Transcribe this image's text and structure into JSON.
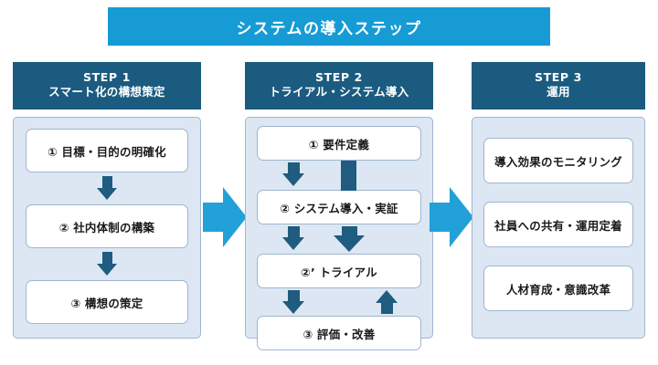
{
  "title": {
    "text": "システムの導入ステップ",
    "bg_color": "#169BD5"
  },
  "colors": {
    "header_bg": "#1B5B80",
    "panel_bg": "#DCE7F3",
    "panel_border": "#9FB6CE",
    "inner_arrow": "#1F5C7F",
    "connector_arrow": "#22A0D8",
    "box_bg": "#FFFFFF",
    "text": "#1A1A1A"
  },
  "steps": [
    {
      "number": "STEP 1",
      "name": "スマート化の構想策定",
      "items": [
        "① 目標・目的の明確化",
        "② 社内体制の構築",
        "③ 構想の策定"
      ]
    },
    {
      "number": "STEP 2",
      "name": "トライアル・システム導入",
      "items": [
        "① 要件定義",
        "② システム導入・実証",
        "②’ トライアル",
        "③ 評価・改善"
      ]
    },
    {
      "number": "STEP 3",
      "name": "運用",
      "items": [
        "導入効果のモニタリング",
        "社員への共有・運用定着",
        "人材育成・意識改革"
      ]
    }
  ],
  "connectors": [
    {
      "name": "step1-to-step2",
      "direction": "right"
    },
    {
      "name": "step2-to-step3",
      "direction": "right"
    }
  ]
}
